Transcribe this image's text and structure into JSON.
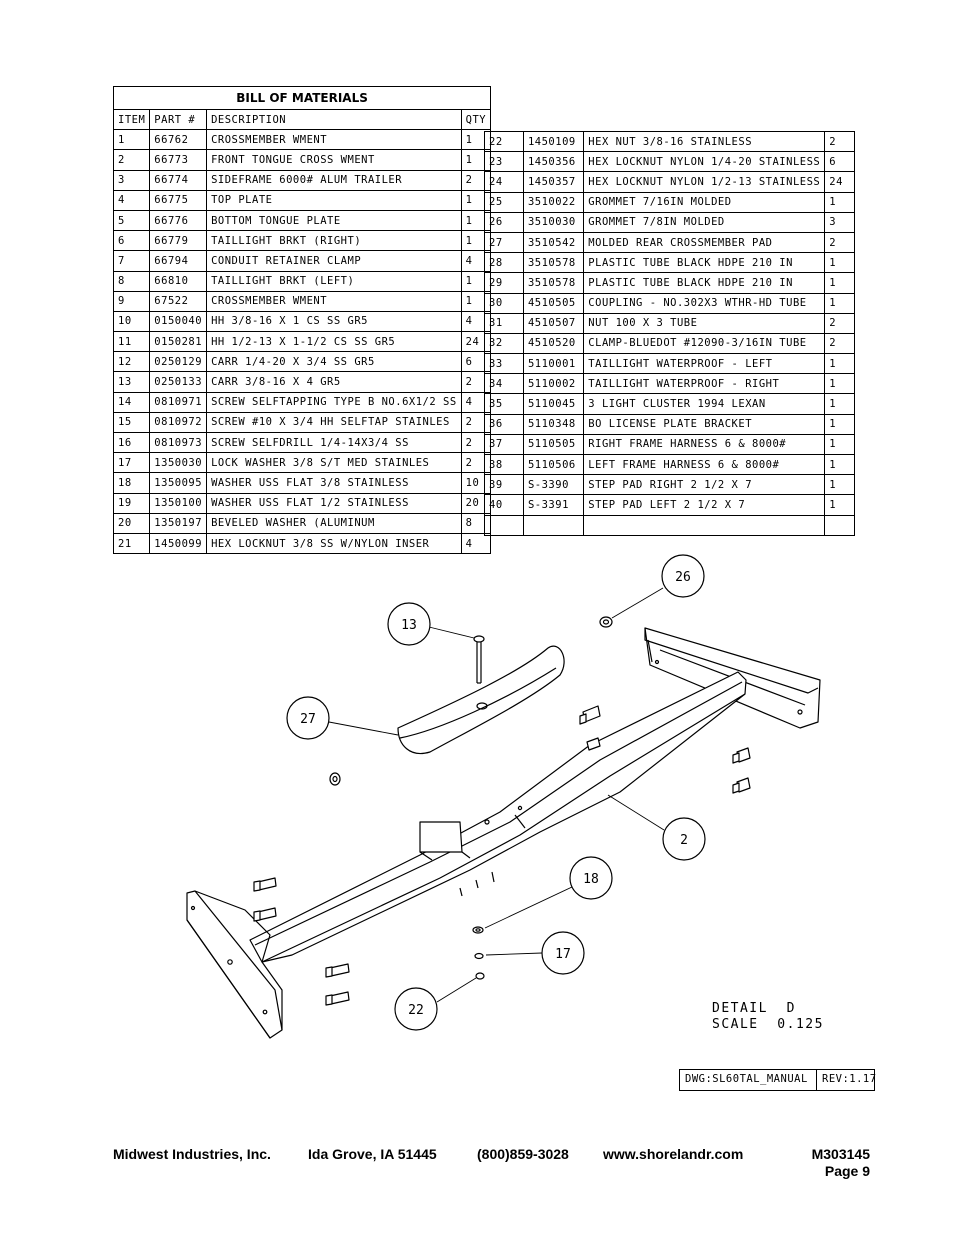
{
  "bom": {
    "title": "BILL OF MATERIALS",
    "headers": {
      "item": "ITEM",
      "part": "PART #",
      "description": "DESCRIPTION",
      "qty": "QTY"
    },
    "left_rows": [
      [
        "1",
        "66762",
        "CROSSMEMBER WMENT",
        "1"
      ],
      [
        "2",
        "66773",
        "FRONT TONGUE CROSS WMENT",
        "1"
      ],
      [
        "3",
        "66774",
        "SIDEFRAME 6000# ALUM TRAILER",
        "2"
      ],
      [
        "4",
        "66775",
        "TOP PLATE",
        "1"
      ],
      [
        "5",
        "66776",
        "BOTTOM TONGUE PLATE",
        "1"
      ],
      [
        "6",
        "66779",
        "TAILLIGHT BRKT (RIGHT)",
        "1"
      ],
      [
        "7",
        "66794",
        "CONDUIT RETAINER CLAMP",
        "4"
      ],
      [
        "8",
        "66810",
        "TAILLIGHT BRKT (LEFT)",
        "1"
      ],
      [
        "9",
        "67522",
        "CROSSMEMBER WMENT",
        "1"
      ],
      [
        "10",
        "0150040",
        "HH 3/8-16 X 1 CS SS GR5",
        "4"
      ],
      [
        "11",
        "0150281",
        "HH 1/2-13 X 1-1/2 CS SS GR5",
        "24"
      ],
      [
        "12",
        "0250129",
        "CARR 1/4-20 X 3/4 SS GR5",
        "6"
      ],
      [
        "13",
        "0250133",
        "CARR 3/8-16 X 4 GR5",
        "2"
      ],
      [
        "14",
        "0810971",
        "SCREW SELFTAPPING TYPE B NO.6X1/2 SS",
        "4"
      ],
      [
        "15",
        "0810972",
        "SCREW #10 X 3/4 HH SELFTAP STAINLES",
        "2"
      ],
      [
        "16",
        "0810973",
        "SCREW SELFDRILL  1/4-14X3/4 SS",
        "2"
      ],
      [
        "17",
        "1350030",
        "LOCK WASHER 3/8 S/T MED STAINLES",
        "2"
      ],
      [
        "18",
        "1350095",
        "WASHER USS FLAT 3/8 STAINLESS",
        "10"
      ],
      [
        "19",
        "1350100",
        "WASHER USS FLAT 1/2 STAINLESS",
        "20"
      ],
      [
        "20",
        "1350197",
        "BEVELED WASHER (ALUMINUM",
        "8"
      ],
      [
        "21",
        "1450099",
        "HEX LOCKNUT 3/8 SS W/NYLON INSER",
        "4"
      ]
    ],
    "right_rows": [
      [
        "22",
        "1450109",
        "HEX NUT 3/8-16 STAINLESS",
        "2"
      ],
      [
        "23",
        "1450356",
        "HEX LOCKNUT NYLON 1/4-20 STAINLESS",
        "6"
      ],
      [
        "24",
        "1450357",
        "HEX LOCKNUT NYLON 1/2-13 STAINLESS",
        "24"
      ],
      [
        "25",
        "3510022",
        "GROMMET  7/16IN MOLDED",
        "1"
      ],
      [
        "26",
        "3510030",
        "GROMMET  7/8IN MOLDED",
        "3"
      ],
      [
        "27",
        "3510542",
        "MOLDED REAR CROSSMEMBER PAD",
        "2"
      ],
      [
        "28",
        "3510578",
        "PLASTIC TUBE BLACK HDPE 210 IN",
        "1"
      ],
      [
        "29",
        "3510578",
        "PLASTIC TUBE BLACK HDPE 210 IN",
        "1"
      ],
      [
        "30",
        "4510505",
        "COUPLING - NO.302X3 WTHR-HD TUBE",
        "1"
      ],
      [
        "31",
        "4510507",
        "NUT  100 X 3 TUBE",
        "2"
      ],
      [
        "32",
        "4510520",
        "CLAMP-BLUEDOT #12090-3/16IN TUBE",
        "2"
      ],
      [
        "33",
        "5110001",
        "TAILLIGHT WATERPROOF - LEFT",
        "1"
      ],
      [
        "34",
        "5110002",
        "TAILLIGHT WATERPROOF - RIGHT",
        "1"
      ],
      [
        "35",
        "5110045",
        "3 LIGHT CLUSTER  1994  LEXAN",
        "1"
      ],
      [
        "36",
        "5110348",
        "BO LICENSE PLATE BRACKET",
        "1"
      ],
      [
        "37",
        "5110505",
        "RIGHT FRAME HARNESS 6 & 8000#",
        "1"
      ],
      [
        "38",
        "5110506",
        "LEFT FRAME HARNESS 6 & 8000#",
        "1"
      ],
      [
        "39",
        "S-3390",
        "STEP PAD  RIGHT  2 1/2 X  7",
        "1"
      ],
      [
        "40",
        "S-3391",
        "STEP PAD  LEFT  2 1/2 X  7",
        "1"
      ],
      [
        "",
        "",
        "",
        ""
      ]
    ]
  },
  "callouts": {
    "c26": "26",
    "c13": "13",
    "c27": "27",
    "c2": "2",
    "c18": "18",
    "c17": "17",
    "c22": "22"
  },
  "detail": {
    "line1": "DETAIL  D",
    "line2": "SCALE  0.125"
  },
  "title_block": {
    "dwg": "DWG:SL60TAL_MANUAL",
    "rev": "REV:1.17"
  },
  "footer": {
    "company": "Midwest Industries, Inc.",
    "city": "Ida Grove, IA  51445",
    "phone": "(800)859-3028",
    "website": "www.shorelandr.com",
    "doc_number": "M303145",
    "page": "Page 9"
  }
}
